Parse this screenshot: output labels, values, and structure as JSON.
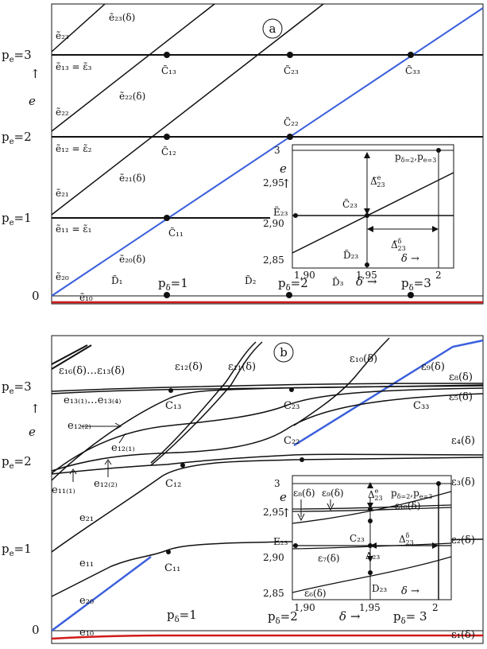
{
  "panel_a": {
    "badge": "a",
    "axis_e": "e",
    "arrow_up": "↑",
    "ytick_3": "p",
    "ytick_3_sub": "e",
    "ytick_3_tail": "=3",
    "ytick_2": "p",
    "ytick_2_sub": "e",
    "ytick_2_tail": "=2",
    "ytick_1": "p",
    "ytick_1_sub": "e",
    "ytick_1_tail": "=1",
    "zero": "0",
    "labels": {
      "e23": "ẽ₂₃",
      "e23d": "ẽ₂₃(δ)",
      "e13": "ẽ₁₃ = ε̃₃",
      "C13": "C̃₁₃",
      "C23": "C̃₂₃",
      "C33": "C̃₃₃",
      "e22": "ẽ₂₂",
      "e22d": "ẽ₂₂(δ)",
      "C22": "C̃₂₂",
      "e12": "ẽ₁₂ = ε̃₂",
      "C12": "C̃₁₂",
      "e21": "ẽ₂₁",
      "e21d": "ẽ₂₁(δ)",
      "e11": "ẽ₁₁ = ε̃₁",
      "C11": "C̃₁₁",
      "e20": "ẽ₂₀",
      "e20d": "ẽ₂₀(δ)",
      "D1": "D̃₁",
      "D2": "D̃₂",
      "D3": "D̃₃",
      "pd1": "p",
      "pd1_sub": "δ",
      "pd1_tail": "=1",
      "pd2": "p",
      "pd2_sub": "δ",
      "pd2_tail": "=2",
      "pd3": "p",
      "pd3_sub": "δ",
      "pd3_tail": "=3",
      "delta_axis": "δ",
      "arrow_right": "→",
      "e10": "ẽ₁₀"
    },
    "inset": {
      "y_ticks": [
        "3",
        "2,95",
        "2,90",
        "2,85"
      ],
      "x_ticks": [
        "1,90",
        "1,95",
        "2"
      ],
      "axis_e": "e",
      "delta_axis": "δ",
      "arrow_up": "↑",
      "arrow_right": "→",
      "pcorner": "p",
      "pcorner_sub1": "δ=2",
      "pcorner_mid": ",p",
      "pcorner_sub2": "e=3",
      "Delta_e": "Δ̃",
      "Delta_e_sup": "e",
      "Delta_e_sub": "23",
      "Delta_d": "Δ̃",
      "Delta_d_sup": "δ",
      "Delta_d_sub": "23",
      "C23": "C̃₂₃",
      "E23": "Ẽ₂₃",
      "D23": "D̃₂₃"
    }
  },
  "panel_b": {
    "badge": "b",
    "axis_e": "e",
    "arrow_up": "↑",
    "ytick_3": "p",
    "ytick_3_sub": "e",
    "ytick_3_tail": "=3",
    "ytick_2": "p",
    "ytick_2_sub": "e",
    "ytick_2_tail": "=2",
    "ytick_1": "p",
    "ytick_1_sub": "e",
    "ytick_1_tail": "=1",
    "zero": "0",
    "labels": {
      "eps16": "ε₁₆(δ)…ε₁₃(δ)",
      "eps12": "ε₁₂(δ)",
      "eps11": "ε₁₁(δ)",
      "eps10": "ε₁₀(δ)",
      "eps9": "ε₉(δ)",
      "eps8": "ε₈(δ)",
      "eps5": "ε₅(δ)",
      "e13": "e₁₃₍₁₎…e₁₃₍₄₎",
      "C13": "C₁₃",
      "C23": "C₂₃",
      "C33": "C₃₃",
      "e122": "e₁₂₍₂₎",
      "e121": "e₁₂₍₁₎",
      "C22": "C₂₂",
      "eps4": "ε₄(δ)",
      "e111": "e₁₁₍₁₎",
      "e122b": "e₁₂₍₂₎",
      "C12": "C₁₂",
      "e21": "e₂₁",
      "eps3": "ε₃(δ)",
      "e11": "e₁₁",
      "C11": "C₁₁",
      "eps2": "ε₂(δ)",
      "e20": "e₂₀",
      "pd1": "p",
      "pd1_sub": "δ",
      "pd1_tail": "=1",
      "pd2": "p",
      "pd2_sub": "δ",
      "pd2_tail": "=2",
      "pd3": "p",
      "pd3_sub": "δ",
      "pd3_tail": "= 3",
      "delta_axis": "δ",
      "arrow_right": "→",
      "e10": "e₁₀",
      "eps1": "ε₁(δ)"
    },
    "inset": {
      "y_ticks": [
        "3",
        "2,95",
        "2,90",
        "2,85"
      ],
      "x_ticks": [
        "1,90",
        "1,95",
        "2"
      ],
      "axis_e": "e",
      "delta_axis": "δ",
      "arrow_up": "↑",
      "arrow_right": "→",
      "pcorner": "p",
      "pcorner_sub1": "δ=2",
      "pcorner_mid": ",p",
      "pcorner_sub2": "e=3",
      "eps8": "ε₈(δ)",
      "eps9": "ε₉(δ)",
      "eps10": "ε₁₀(δ)",
      "eps7": "ε₇(δ)",
      "eps6": "ε₆(δ)",
      "Delta_e": "Δ",
      "Delta_e_sup": "e",
      "Delta_e_sub": "23",
      "Delta_d": "Δ",
      "Delta_d_sup": "δ",
      "Delta_d_sub": "23",
      "Delta23": "Δ₂₃",
      "C23": "C₂₃",
      "E23": "E₂₃",
      "D23": "D₂₃"
    }
  },
  "colors": {
    "blue": "#3b5fdc",
    "red": "#d11a1a",
    "black": "#111111"
  }
}
